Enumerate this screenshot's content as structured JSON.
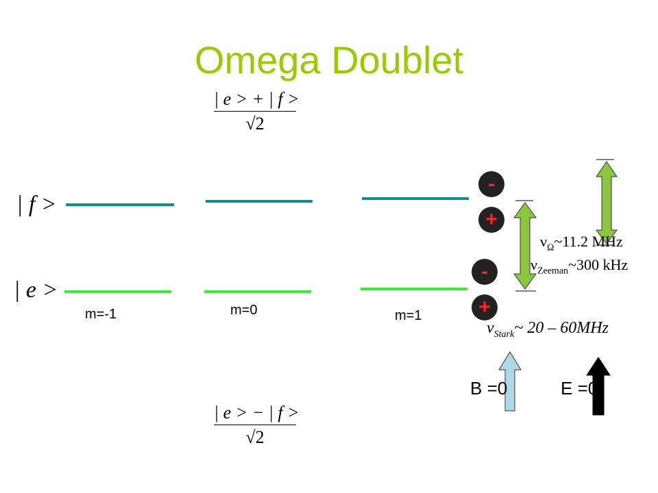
{
  "title": "Omega Doublet",
  "top_state": {
    "numerator": "| e > + | f >",
    "denominator": "√2"
  },
  "bottom_state": {
    "numerator": "| e > − | f >",
    "denominator": "√2"
  },
  "left_labels": {
    "f": "| f >",
    "e": "| e >"
  },
  "m_labels": [
    "m=-1",
    "m=0",
    "m=1"
  ],
  "signs": {
    "upper_top": "-",
    "upper_bottom": "+",
    "lower_top": "-",
    "lower_bottom": "+"
  },
  "annotations": {
    "omega": {
      "symbol": "ν",
      "sub": "Ω",
      "value": "~11.2 MHz"
    },
    "zeeman": {
      "symbol": "ν",
      "sub": "Zeeman",
      "value": "~300 kHz"
    },
    "stark": {
      "symbol": "ν",
      "sub": "Stark",
      "value": "~ 20 – 60MHz"
    }
  },
  "fields": {
    "b_label": "B =0",
    "e_label": "E =0"
  },
  "colors": {
    "title": "#99cc00",
    "f_level": "#0f8f8f",
    "e_level": "#33ee33",
    "arrow_green": "#8cc63f",
    "arrow_blue": "#add8e6",
    "sign": "#ff2222"
  }
}
